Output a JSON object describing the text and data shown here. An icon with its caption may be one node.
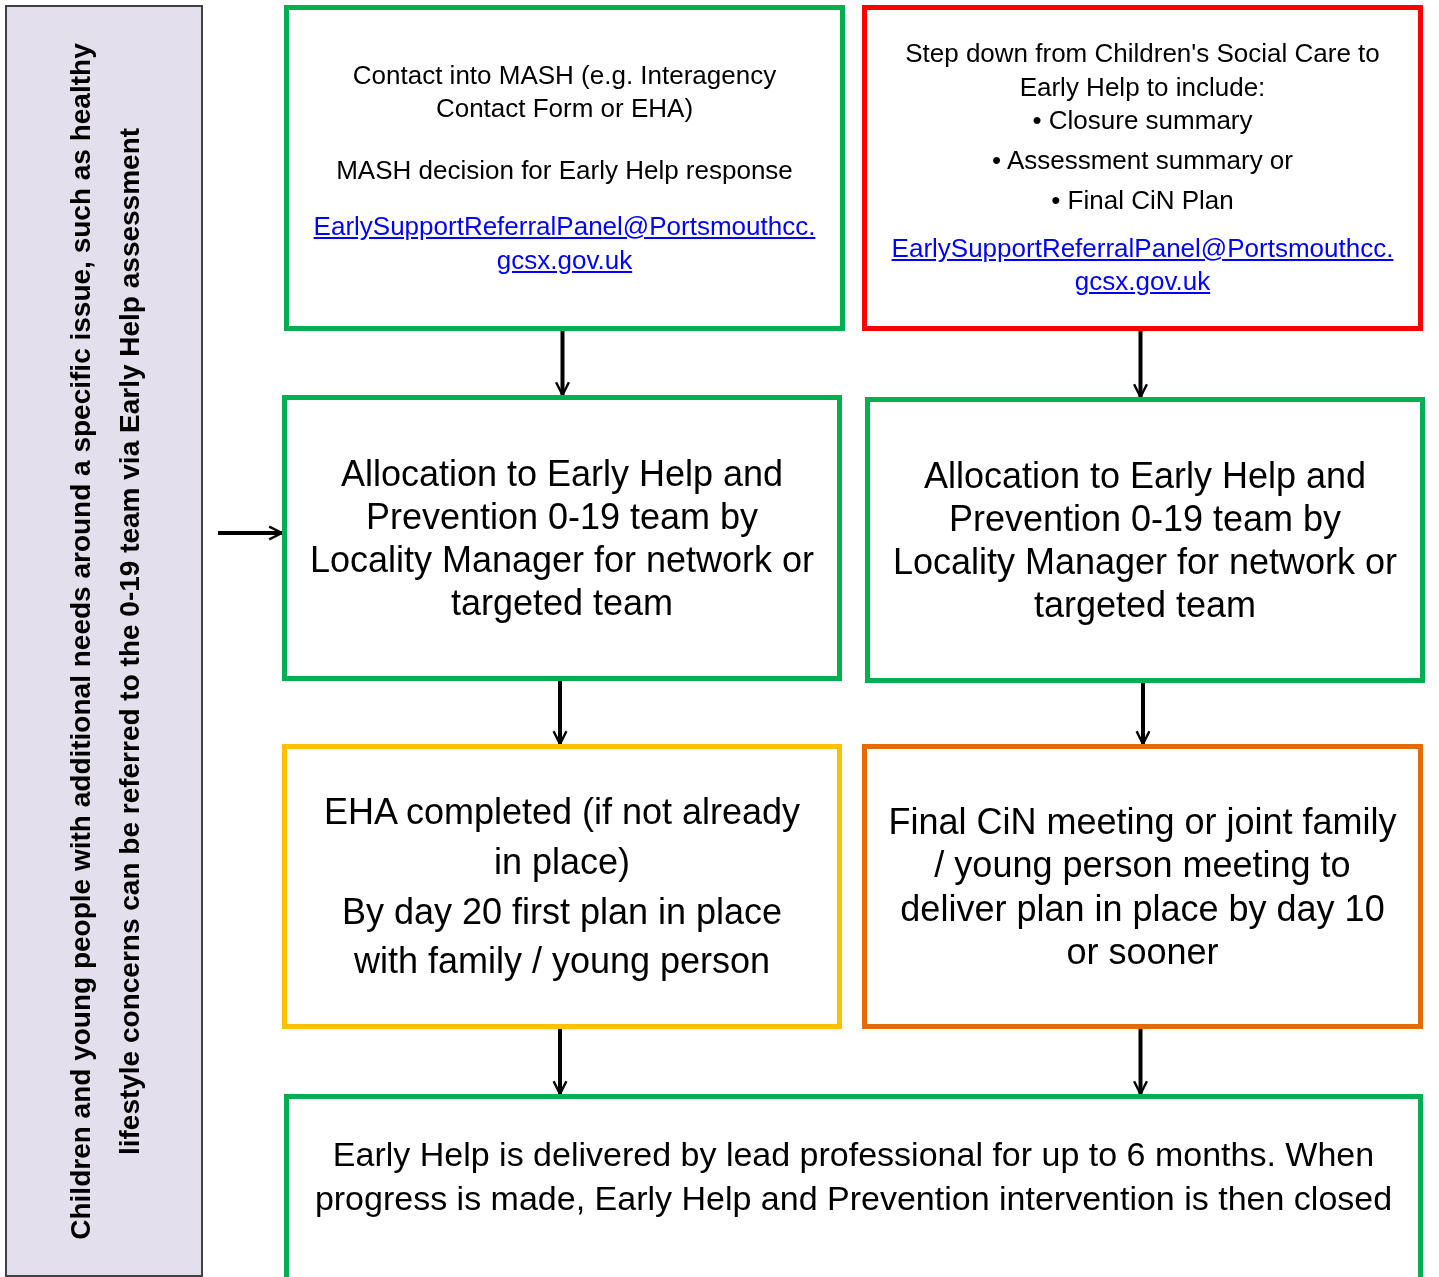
{
  "diagram": {
    "nodes": [
      {
        "text": [
          "Children and young people with additional needs around a specific issue, such as healthy lifestyle concerns can be referred to the 0-19 team via Early Help assessment"
        ]
      },
      {
        "text": [
          "Contact into MASH (e.g. Interagency Contact Form or EHA)",
          "MASH decision for Early Help response",
          "EarlySupportReferralPanel@Portsmouthcc.gcsx.gov.uk"
        ]
      },
      {
        "text": [
          "Step down from Children's Social Care to Early Help to include:",
          "• Closure summary",
          "• Assessment summary or",
          "• Final CiN Plan",
          "EarlySupportReferralPanel@Portsmouthcc.gcsx.gov.uk"
        ]
      },
      {
        "text": [
          "Allocation to Early Help and Prevention 0-19 team by Locality Manager for network or targeted team"
        ]
      },
      {
        "text": [
          "Allocation to Early Help and Prevention 0-19 team by Locality Manager for network or targeted team"
        ]
      },
      {
        "text": [
          "EHA completed (if not already in place)",
          "By day 20 first plan in place with family / young person"
        ]
      },
      {
        "text": [
          "Final CiN meeting or joint family / young person meeting to deliver plan in place by day 10 or sooner"
        ]
      },
      {
        "text": [
          "Early Help is delivered by lead professional for up to 6 months. When progress is made, Early Help and Prevention intervention is then closed"
        ]
      }
    ],
    "edges": [
      {
        "from": 1,
        "to": 3,
        "arrow": "to"
      },
      {
        "from": 2,
        "to": 4,
        "arrow": "to"
      },
      {
        "from": 0,
        "to": 3,
        "arrow": "to"
      },
      {
        "from": 3,
        "to": 5,
        "arrow": "to"
      },
      {
        "from": 4,
        "to": 6,
        "arrow": "to"
      },
      {
        "from": 5,
        "to": 7,
        "arrow": "to"
      },
      {
        "from": 6,
        "to": 7,
        "arrow": "to"
      }
    ]
  }
}
